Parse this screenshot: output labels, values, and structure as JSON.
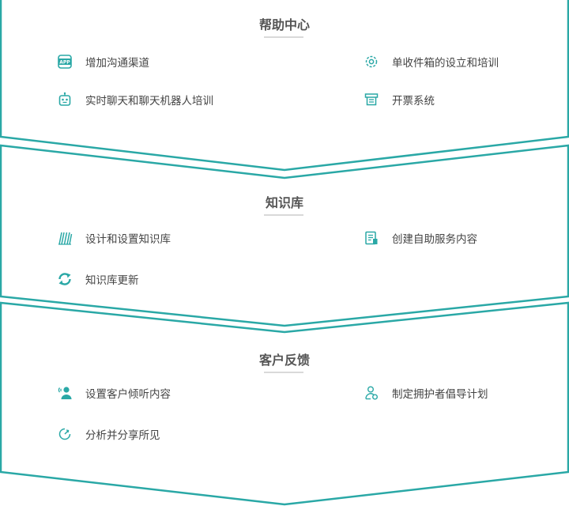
{
  "colors": {
    "accent": "#2aa8a6",
    "title_text": "#555555",
    "item_text": "#444444",
    "underline": "#d9d9d9"
  },
  "sections": [
    {
      "title": "帮助中心",
      "items": [
        {
          "label": "增加沟通渠道",
          "icon": "app-icon"
        },
        {
          "label": "单收件箱的设立和培训",
          "icon": "gear-icon"
        },
        {
          "label": "实时聊天和聊天机器人培训",
          "icon": "robot-icon"
        },
        {
          "label": "开票系统",
          "icon": "ticket-icon"
        }
      ]
    },
    {
      "title": "知识库",
      "items": [
        {
          "label": "设计和设置知识库",
          "icon": "books-icon"
        },
        {
          "label": "创建自助服务内容",
          "icon": "document-edit-icon"
        },
        {
          "label": "知识库更新",
          "icon": "refresh-icon"
        }
      ]
    },
    {
      "title": "客户反馈",
      "items": [
        {
          "label": "设置客户倾听内容",
          "icon": "listening-user-icon"
        },
        {
          "label": "制定拥护者倡导计划",
          "icon": "advocates-icon"
        },
        {
          "label": "分析并分享所见",
          "icon": "analytics-icon"
        }
      ]
    }
  ]
}
